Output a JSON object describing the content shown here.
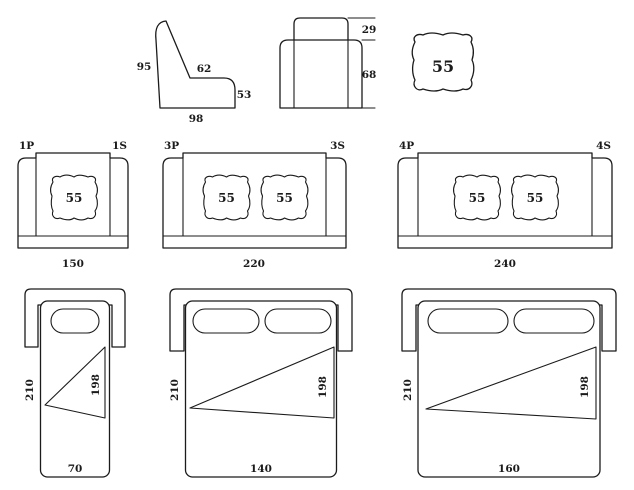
{
  "colors": {
    "background": "#ffffff",
    "ink": "#1b1b1b"
  },
  "profile_view": {
    "back_height": "95",
    "seat_depth": "62",
    "front_height": "53",
    "total_depth": "98"
  },
  "front_view": {
    "top_height": "29",
    "arm_height": "68"
  },
  "cushion": {
    "size": "55"
  },
  "sofas": [
    {
      "code_left": "1P",
      "code_right": "1S",
      "width": "150",
      "cushions": [
        "55"
      ]
    },
    {
      "code_left": "3P",
      "code_right": "3S",
      "width": "220",
      "cushions": [
        "55",
        "55"
      ]
    },
    {
      "code_left": "4P",
      "code_right": "4S",
      "width": "240",
      "cushions": [
        "55",
        "55"
      ]
    }
  ],
  "beds": [
    {
      "length": "210",
      "diagonal": "198",
      "width": "70",
      "pillows": 1
    },
    {
      "length": "210",
      "diagonal": "198",
      "width": "140",
      "pillows": 2
    },
    {
      "length": "210",
      "diagonal": "198",
      "width": "160",
      "pillows": 2
    }
  ]
}
